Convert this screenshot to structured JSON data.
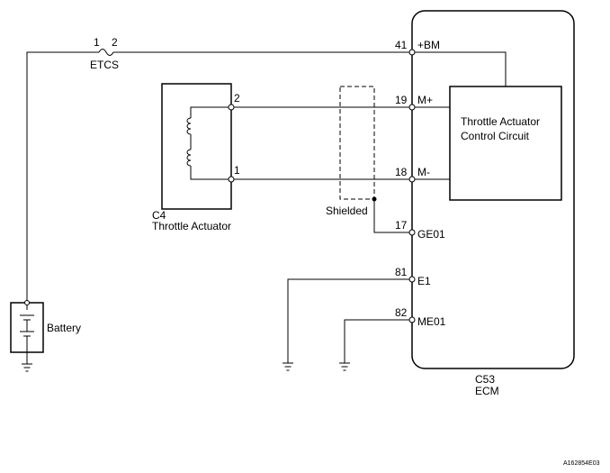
{
  "fuse": {
    "pin1": "1",
    "pin2": "2",
    "name": "ETCS"
  },
  "actuator": {
    "pin2": "2",
    "pin1": "1",
    "connector": "C4",
    "name": "Throttle Actuator"
  },
  "shield": {
    "label": "Shielded"
  },
  "battery": {
    "label": "Battery"
  },
  "ecm": {
    "connector": "C53",
    "name": "ECM",
    "circuit_line1": "Throttle Actuator",
    "circuit_line2": "Control Circuit",
    "pins": [
      {
        "num": "41",
        "name": "+BM"
      },
      {
        "num": "19",
        "name": "M+"
      },
      {
        "num": "18",
        "name": "M-"
      },
      {
        "num": "17",
        "name": "GE01"
      },
      {
        "num": "81",
        "name": "E1"
      },
      {
        "num": "82",
        "name": "ME01"
      }
    ]
  },
  "figure_id": "A162854E03"
}
